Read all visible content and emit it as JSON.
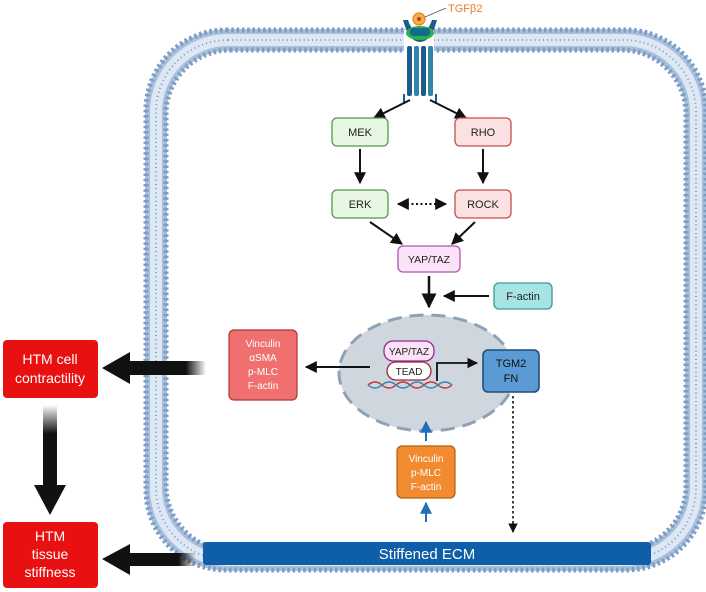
{
  "ligand": {
    "label": "TGFβ2"
  },
  "nodes": {
    "mek": "MEK",
    "rho": "RHO",
    "erk": "ERK",
    "rock": "ROCK",
    "yap_taz_cyto": "YAP/TAZ",
    "f_actin": "F-actin",
    "nucleus_yap_taz": "YAP/TAZ",
    "tead": "TEAD",
    "tgm2_fn": [
      "TGM2",
      "FN"
    ],
    "contractile_markers": [
      "Vinculin",
      "αSMA",
      "p-MLC",
      "F-actin"
    ],
    "stiffness_markers": [
      "Vinculin",
      "p-MLC",
      "F-actin"
    ],
    "stiffened_ecm": "Stiffened ECM"
  },
  "outcomes": {
    "contractility": [
      "HTM cell",
      "contractility"
    ],
    "stiffness": [
      "HTM",
      "tissue",
      "stiffness"
    ]
  },
  "colors": {
    "membrane": "#9fb8d6",
    "green_fill": "#e8f6e4",
    "green_stroke": "#4f9a4a",
    "red_fill": "#fbe1e1",
    "red_stroke": "#c0504d",
    "pink_fill": "#fbe3f7",
    "pink_stroke": "#b054b0",
    "cyan_fill": "#a8e3e3",
    "cyan_stroke": "#3a9a9a",
    "tgm2_fill": "#5b9bd5",
    "tgm2_stroke": "#1f4e79",
    "contract_fill": "#f07070",
    "orange_fill": "#f28b30",
    "outcome_red": "#e81010",
    "ecm_blue": "#0f5fa8",
    "ligand_orange": "#e67e22"
  }
}
